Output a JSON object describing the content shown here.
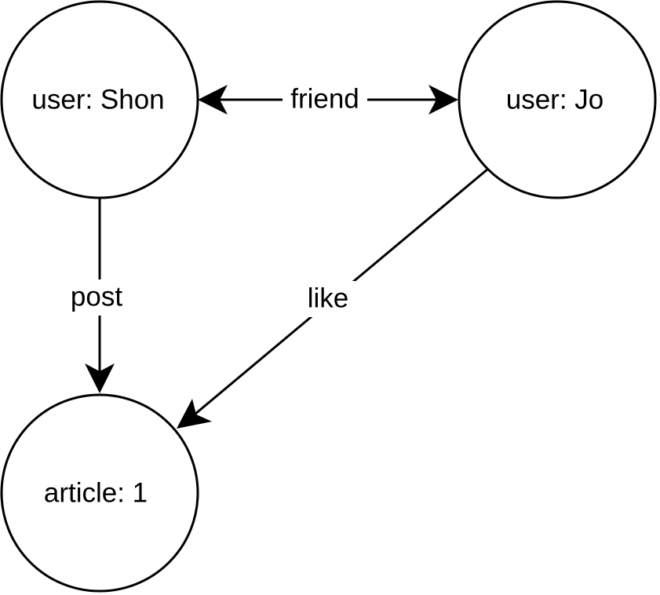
{
  "diagram": {
    "nodes": {
      "shon": {
        "label": "user: Shon"
      },
      "jo": {
        "label": "user: Jo"
      },
      "article": {
        "label": "article: 1"
      }
    },
    "edges": {
      "friend": {
        "label": "friend",
        "from": "user: Shon",
        "to": "user: Jo",
        "direction": "bidirectional"
      },
      "post": {
        "label": "post",
        "from": "user: Shon",
        "to": "article: 1",
        "direction": "forward"
      },
      "like": {
        "label": "like",
        "from": "user: Jo",
        "to": "article: 1",
        "direction": "forward"
      }
    },
    "colors": {
      "stroke": "#000000",
      "fill": "#ffffff",
      "text": "#000000"
    }
  }
}
